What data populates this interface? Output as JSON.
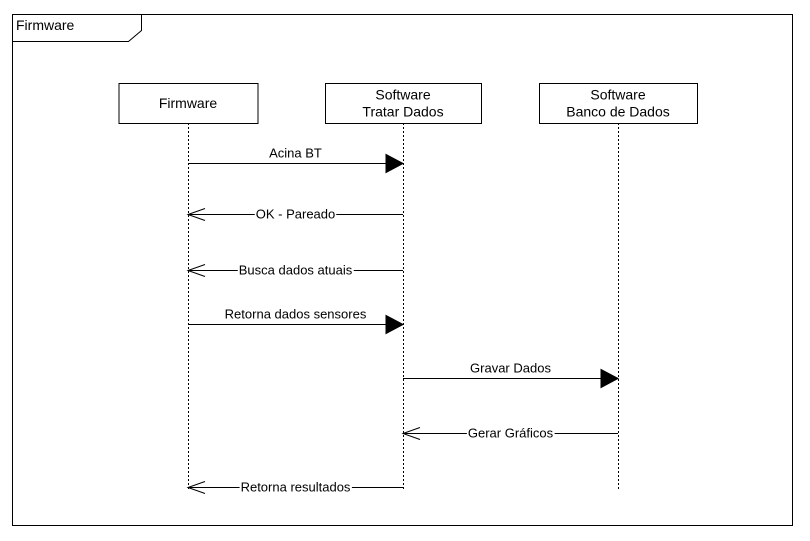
{
  "frame": {
    "title": "Firmware"
  },
  "lifelines": [
    {
      "id": "firmware",
      "lines": [
        "Firmware"
      ]
    },
    {
      "id": "tratar",
      "lines": [
        "Software",
        "Tratar Dados"
      ]
    },
    {
      "id": "banco",
      "lines": [
        "Software",
        "Banco de Dados"
      ]
    }
  ],
  "messages": [
    {
      "from": "firmware",
      "to": "tratar",
      "kind": "sync",
      "label": "Acina BT"
    },
    {
      "from": "tratar",
      "to": "firmware",
      "kind": "return",
      "label": "OK - Pareado"
    },
    {
      "from": "tratar",
      "to": "firmware",
      "kind": "return",
      "label": "Busca dados atuais"
    },
    {
      "from": "firmware",
      "to": "tratar",
      "kind": "sync",
      "label": "Retorna dados sensores"
    },
    {
      "from": "tratar",
      "to": "banco",
      "kind": "sync",
      "label": "Gravar Dados"
    },
    {
      "from": "banco",
      "to": "tratar",
      "kind": "return",
      "label": "Gerar Gráficos"
    },
    {
      "from": "tratar",
      "to": "firmware",
      "kind": "return",
      "label": "Retorna resultados"
    }
  ]
}
